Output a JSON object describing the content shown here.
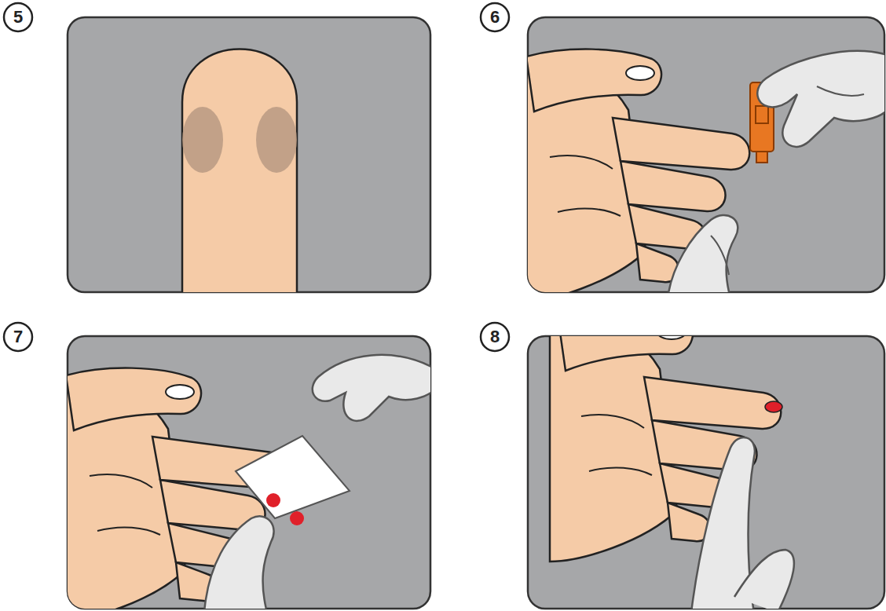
{
  "diagram": {
    "nodes": [
      {
        "text": [
          "5"
        ]
      },
      {
        "text": [
          "6"
        ]
      },
      {
        "text": [
          "7"
        ]
      },
      {
        "text": [
          "8"
        ]
      }
    ]
  }
}
